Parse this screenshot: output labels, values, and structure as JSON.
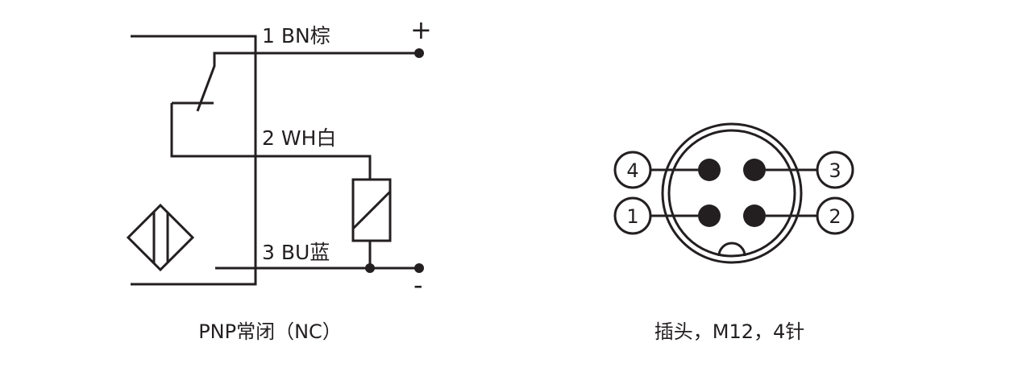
{
  "wiring": {
    "wire1": "1 BN棕",
    "wire2": "2 WH白",
    "wire3": "3 BU蓝",
    "plus": "+",
    "minus": "-",
    "caption": "PNP常闭（NC）"
  },
  "connector": {
    "pins": [
      "4",
      "3",
      "1",
      "2"
    ],
    "caption": "插头，M12，4针"
  },
  "colors": {
    "line": "#231f20"
  }
}
